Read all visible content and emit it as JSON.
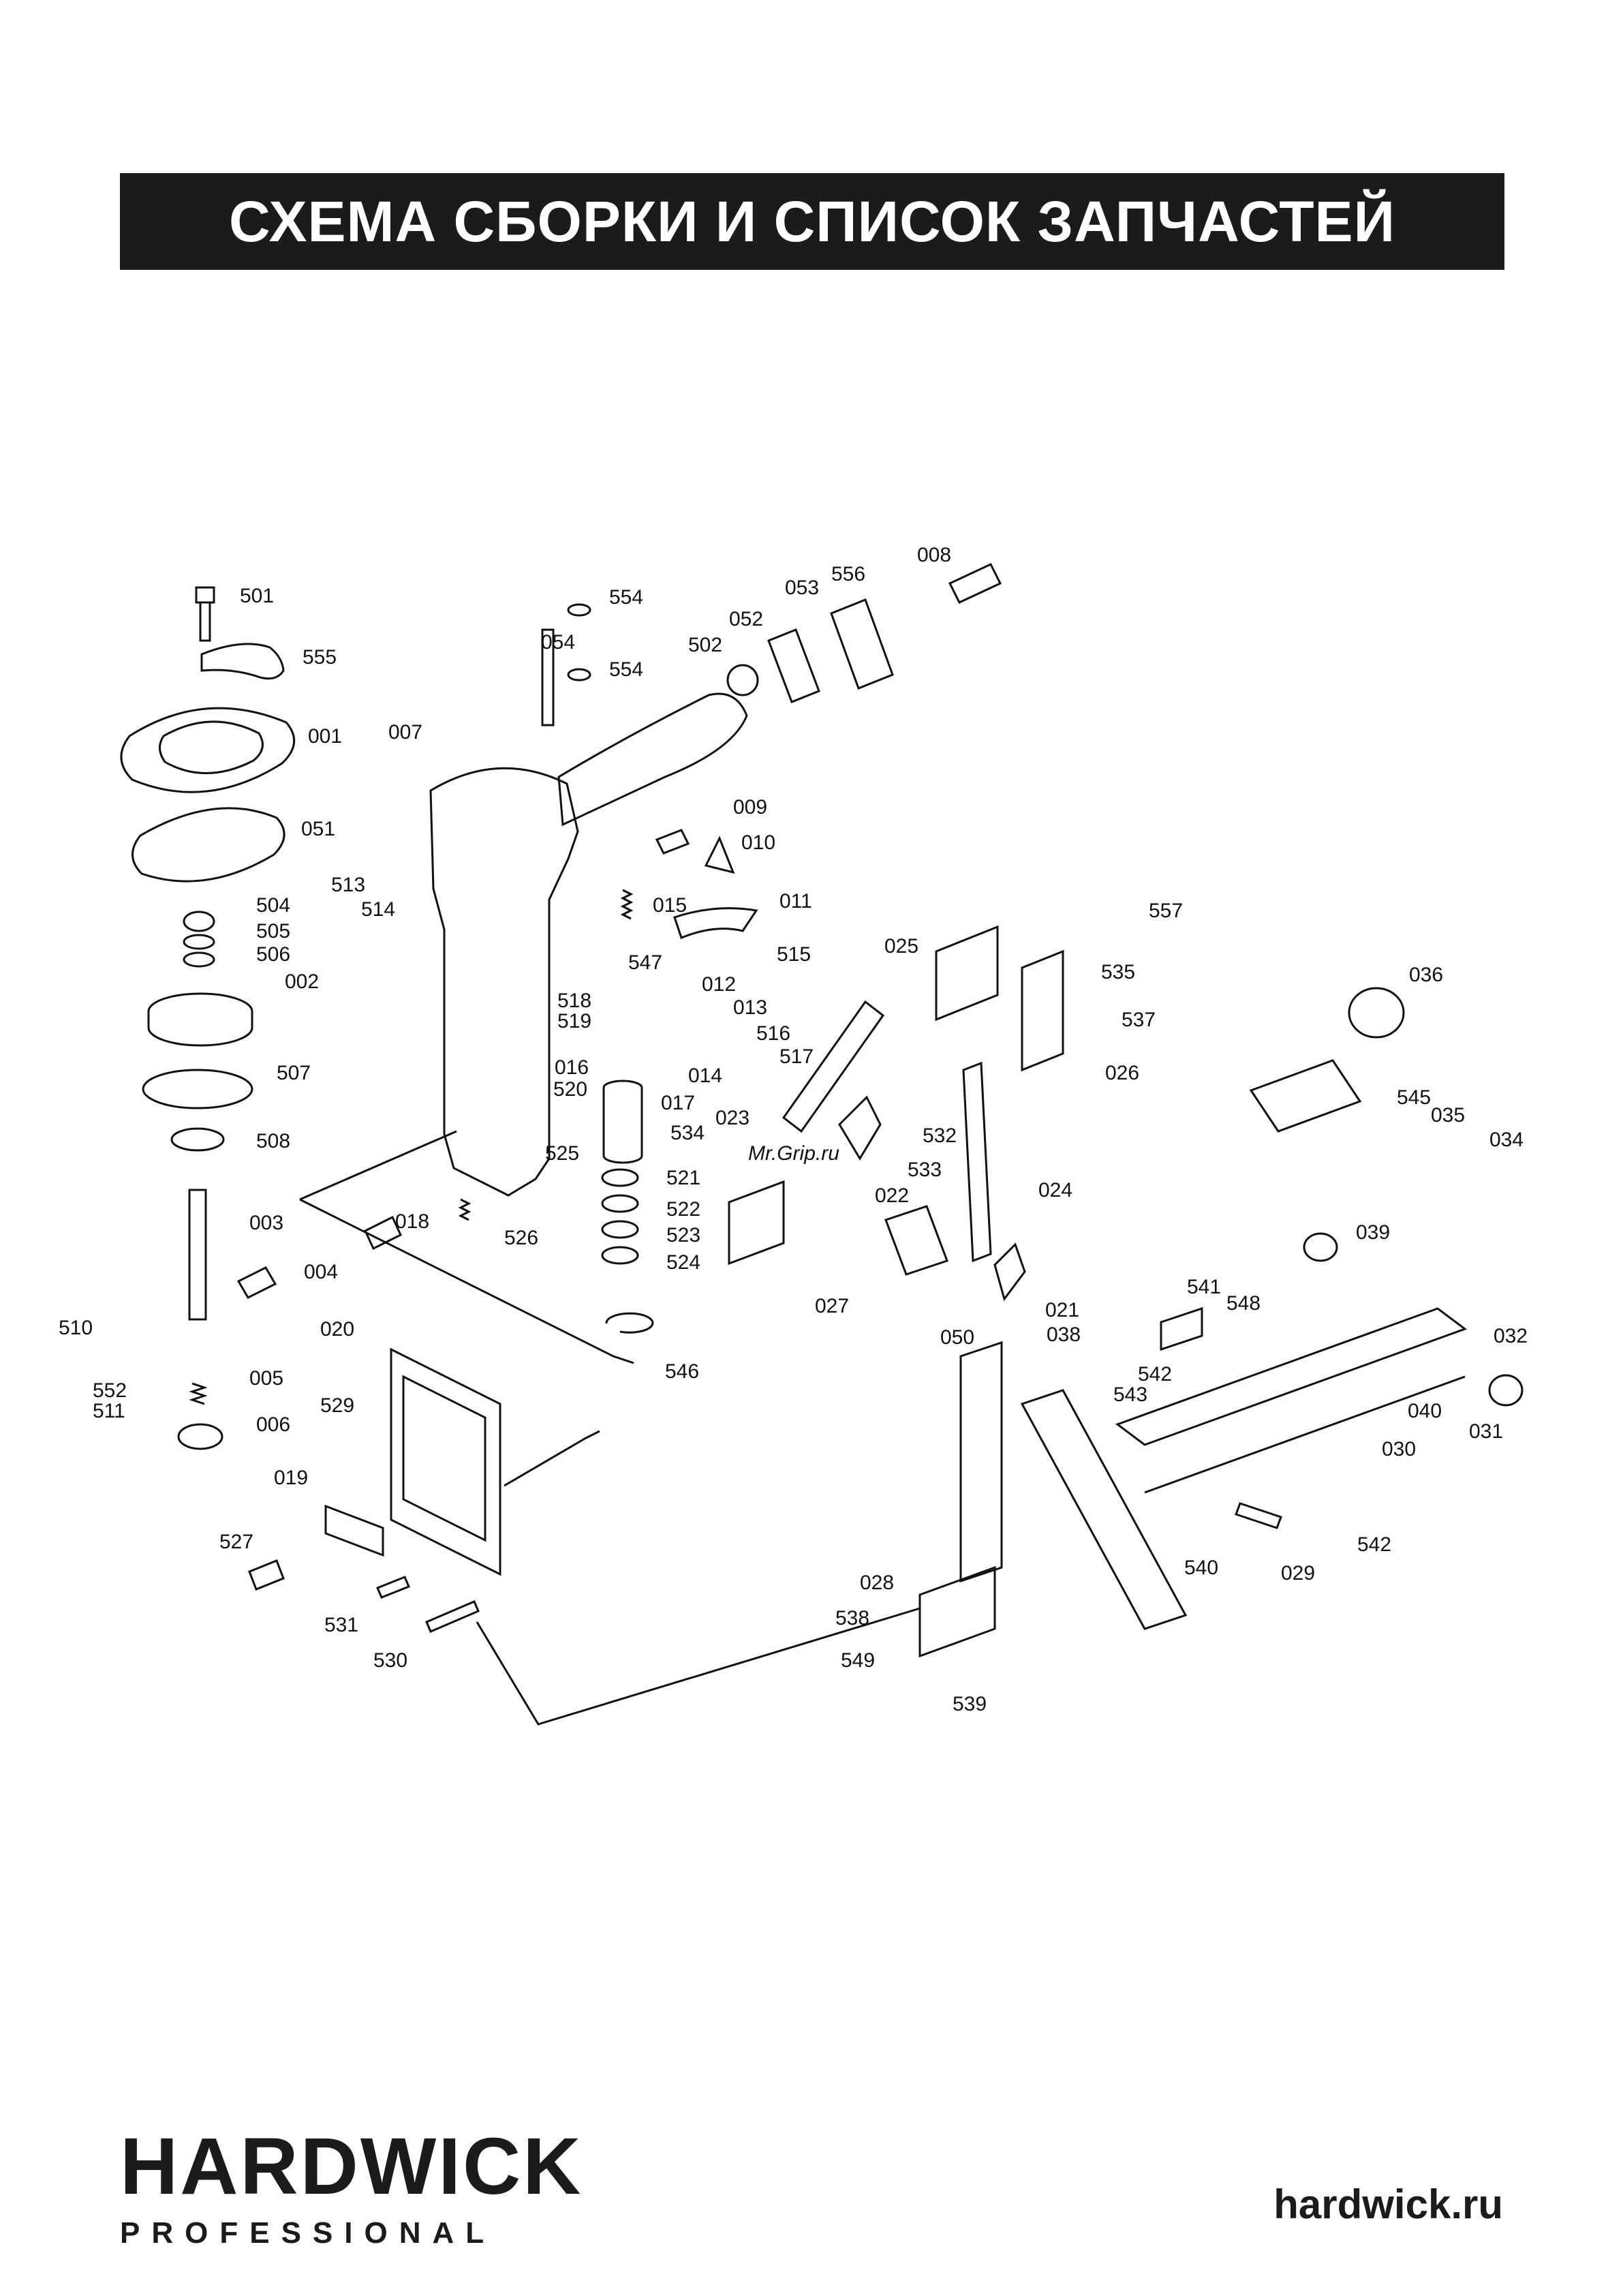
{
  "header": {
    "title": "СХЕМА СБОРКИ И СПИСОК ЗАПЧАСТЕЙ"
  },
  "watermark": "Mr.Grip.ru",
  "brand": {
    "name": "HARDWICK",
    "subtitle": "PROFESSIONAL",
    "website": "hardwick.ru"
  },
  "colors": {
    "bar": "#1b1b1b",
    "text": "#111111",
    "watermark": "#cc2222"
  },
  "parts": [
    {
      "label": "501"
    },
    {
      "label": "555"
    },
    {
      "label": "001"
    },
    {
      "label": "051"
    },
    {
      "label": "504"
    },
    {
      "label": "505"
    },
    {
      "label": "506"
    },
    {
      "label": "002"
    },
    {
      "label": "507"
    },
    {
      "label": "508"
    },
    {
      "label": "003"
    },
    {
      "label": "004"
    },
    {
      "label": "510"
    },
    {
      "label": "552"
    },
    {
      "label": "511"
    },
    {
      "label": "005"
    },
    {
      "label": "006"
    },
    {
      "label": "020"
    },
    {
      "label": "529"
    },
    {
      "label": "019"
    },
    {
      "label": "527"
    },
    {
      "label": "531"
    },
    {
      "label": "530"
    },
    {
      "label": "007"
    },
    {
      "label": "513"
    },
    {
      "label": "514"
    },
    {
      "label": "554"
    },
    {
      "label": "054"
    },
    {
      "label": "554"
    },
    {
      "label": "502"
    },
    {
      "label": "052"
    },
    {
      "label": "053"
    },
    {
      "label": "556"
    },
    {
      "label": "008"
    },
    {
      "label": "009"
    },
    {
      "label": "010"
    },
    {
      "label": "011"
    },
    {
      "label": "015"
    },
    {
      "label": "547"
    },
    {
      "label": "515"
    },
    {
      "label": "518"
    },
    {
      "label": "519"
    },
    {
      "label": "012"
    },
    {
      "label": "013"
    },
    {
      "label": "016"
    },
    {
      "label": "520"
    },
    {
      "label": "516"
    },
    {
      "label": "517"
    },
    {
      "label": "014"
    },
    {
      "label": "017"
    },
    {
      "label": "525"
    },
    {
      "label": "521"
    },
    {
      "label": "522"
    },
    {
      "label": "523"
    },
    {
      "label": "524"
    },
    {
      "label": "018"
    },
    {
      "label": "526"
    },
    {
      "label": "546"
    },
    {
      "label": "027"
    },
    {
      "label": "025"
    },
    {
      "label": "557"
    },
    {
      "label": "535"
    },
    {
      "label": "537"
    },
    {
      "label": "026"
    },
    {
      "label": "036"
    },
    {
      "label": "023"
    },
    {
      "label": "534"
    },
    {
      "label": "532"
    },
    {
      "label": "533"
    },
    {
      "label": "022"
    },
    {
      "label": "024"
    },
    {
      "label": "545"
    },
    {
      "label": "035"
    },
    {
      "label": "034"
    },
    {
      "label": "039"
    },
    {
      "label": "021"
    },
    {
      "label": "050"
    },
    {
      "label": "541"
    },
    {
      "label": "548"
    },
    {
      "label": "038"
    },
    {
      "label": "542"
    },
    {
      "label": "543"
    },
    {
      "label": "032"
    },
    {
      "label": "040"
    },
    {
      "label": "031"
    },
    {
      "label": "030"
    },
    {
      "label": "542"
    },
    {
      "label": "029"
    },
    {
      "label": "540"
    },
    {
      "label": "028"
    },
    {
      "label": "538"
    },
    {
      "label": "549"
    },
    {
      "label": "539"
    }
  ]
}
